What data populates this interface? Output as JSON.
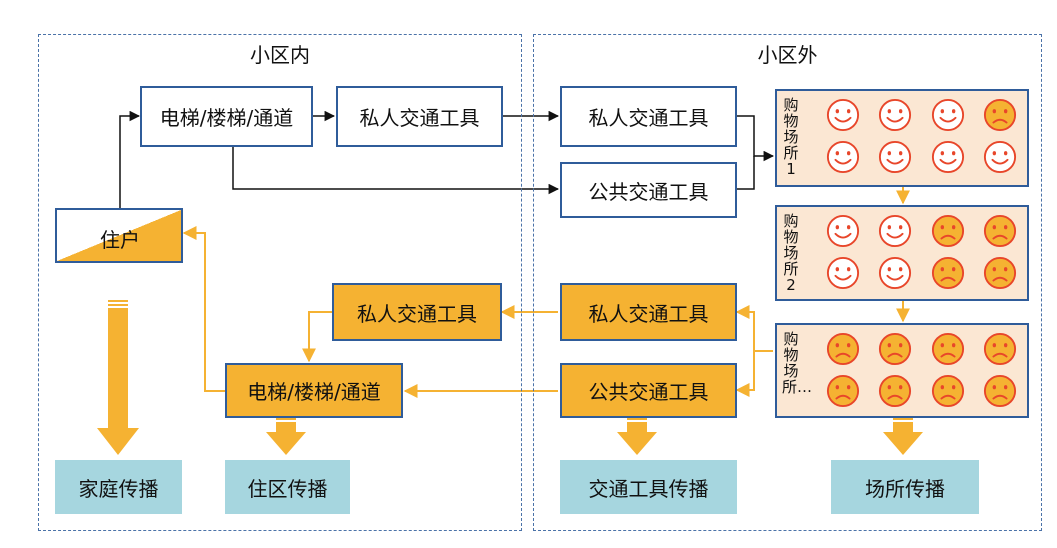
{
  "regions": {
    "inner": {
      "title": "小区内"
    },
    "outer": {
      "title": "小区外"
    }
  },
  "nodes": {
    "resident": "住户",
    "elevator_top": "电梯/楼梯/通道",
    "private_vehicle_inner_top": "私人交通工具",
    "private_vehicle_outer_top": "私人交通工具",
    "public_transport_top": "公共交通工具",
    "private_vehicle_inner_bottom": "私人交通工具",
    "private_vehicle_outer_bottom": "私人交通工具",
    "public_transport_bottom": "公共交通工具",
    "elevator_bottom": "电梯/楼梯/通道"
  },
  "malls": [
    {
      "label": "购物场所1",
      "faces": [
        "happy",
        "happy",
        "happy",
        "sad",
        "happy",
        "happy",
        "happy",
        "happy"
      ]
    },
    {
      "label": "购物场所2",
      "faces": [
        "happy",
        "happy",
        "sad",
        "sad",
        "happy",
        "happy",
        "sad",
        "sad"
      ]
    },
    {
      "label": "购物场所…",
      "faces": [
        "sad",
        "sad",
        "sad",
        "sad",
        "sad",
        "sad",
        "sad",
        "sad"
      ]
    }
  ],
  "categories": {
    "family": "家庭传播",
    "community": "住区传播",
    "transport": "交通工具传播",
    "venue": "场所传播"
  },
  "colors": {
    "border_blue": "#2f5c9a",
    "region_dash": "#4a72a8",
    "orange": "#f5b232",
    "mall_bg": "#fbe7d3",
    "category_bg": "#a6d6df",
    "face_line": "#e8462a",
    "line_black": "#111111"
  }
}
